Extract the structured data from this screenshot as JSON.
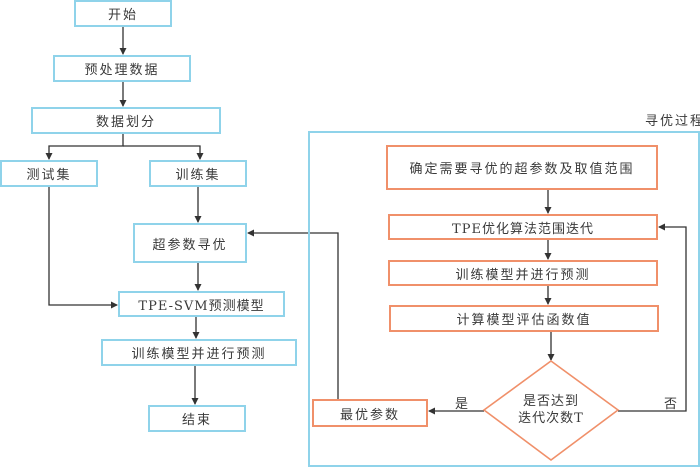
{
  "main_flow": {
    "start": "开始",
    "preprocess": "预处理数据",
    "split": "数据划分",
    "test_set": "测试集",
    "train_set": "训练集",
    "hyperparam_search": "超参数寻优",
    "model": "TPE-SVM预测模型",
    "train_predict": "训练模型并进行预测",
    "end": "结束"
  },
  "optimization_process": {
    "title": "寻优过程",
    "define_space": "确定需要寻优的超参数及取值范围",
    "tpe_iterate": "TPE优化算法范围迭代",
    "train_predict": "训练模型并进行预测",
    "evaluate": "计算模型评估函数值",
    "decision_line1": "是否达到",
    "decision_line2": "迭代次数T",
    "yes_label": "是",
    "no_label": "否",
    "best_params": "最优参数"
  },
  "colors": {
    "main_border": "#8fd3ea",
    "process_border": "#f0906a",
    "connector": "#333333"
  }
}
